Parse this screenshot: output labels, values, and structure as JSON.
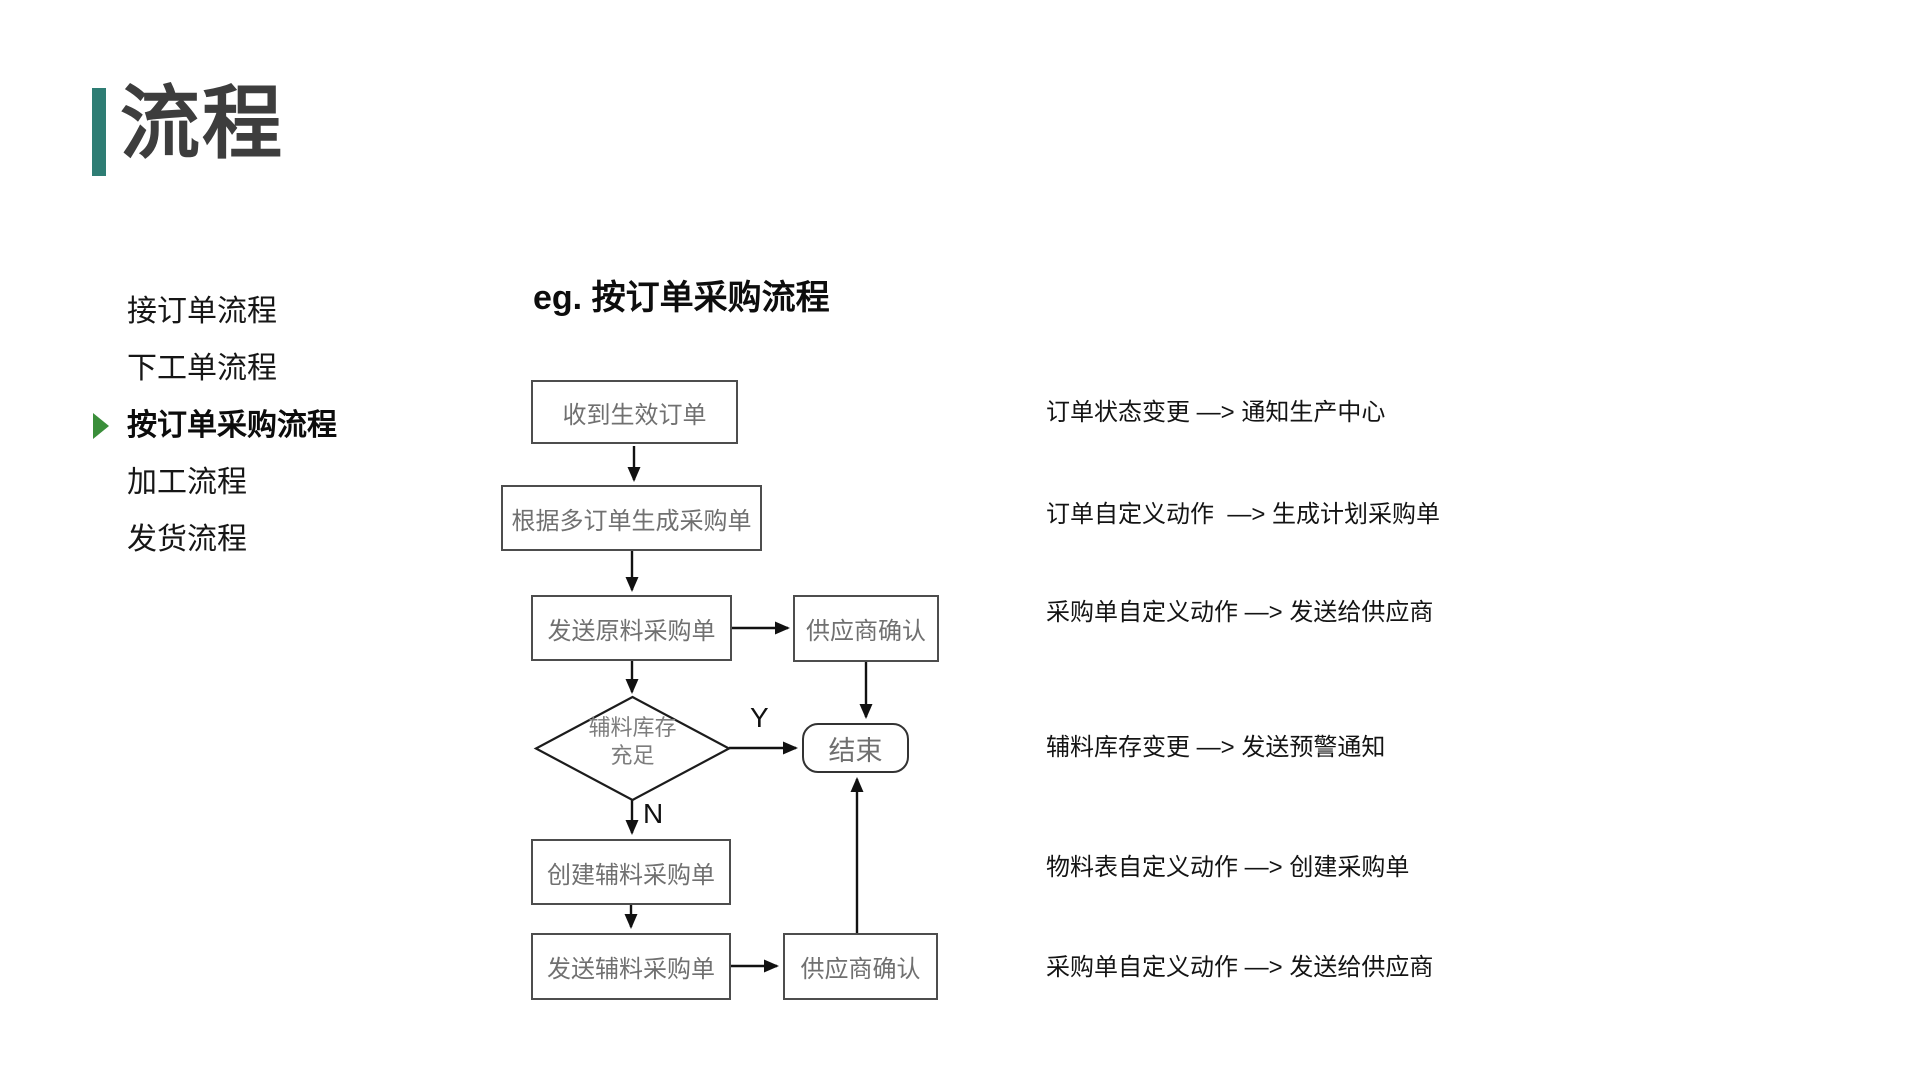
{
  "page": {
    "title": "流程",
    "accent_color": "#2e7d74"
  },
  "sidebar": {
    "marker_color": "#3a8e3a",
    "items": [
      {
        "label": "接订单流程",
        "active": false
      },
      {
        "label": "下工单流程",
        "active": false
      },
      {
        "label": "按订单采购流程",
        "active": true
      },
      {
        "label": "加工流程",
        "active": false
      },
      {
        "label": "发货流程",
        "active": false
      }
    ]
  },
  "diagram": {
    "title": "eg. 按订单采购流程",
    "nodes": {
      "receive_order": "收到生效订单",
      "generate_po": "根据多订单生成采购单",
      "send_raw_po": "发送原料采购单",
      "supplier_confirm_1": "供应商确认",
      "stock_decision_line1": "辅料库存",
      "stock_decision_line2": "充足",
      "end": "结束",
      "create_aux_po": "创建辅料采购单",
      "send_aux_po": "发送辅料采购单",
      "supplier_confirm_2": "供应商确认",
      "label_yes": "Y",
      "label_no": "N"
    },
    "annotations": [
      "订单状态变更 —> 通知生产中心",
      "订单自定义动作  —> 生成计划采购单",
      "采购单自定义动作 —> 发送给供应商",
      "辅料库存变更 —> 发送预警通知",
      "物料表自定义动作 —> 创建采购单",
      "采购单自定义动作 —> 发送给供应商"
    ]
  }
}
